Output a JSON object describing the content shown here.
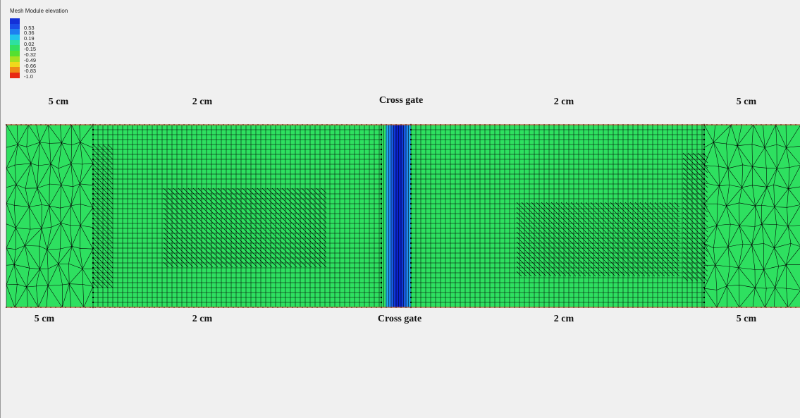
{
  "legend": {
    "title": "Mesh Module elevation",
    "entries": [
      {
        "label": "",
        "color": "#1330d8"
      },
      {
        "label": "0.53",
        "color": "#1a4de8"
      },
      {
        "label": "0.36",
        "color": "#1e7ff0"
      },
      {
        "label": "0.19",
        "color": "#22c4ec"
      },
      {
        "label": "0.02",
        "color": "#2ee0a0"
      },
      {
        "label": "-0.15",
        "color": "#33e060"
      },
      {
        "label": "-0.32",
        "color": "#55e030"
      },
      {
        "label": "-0.49",
        "color": "#a8e020"
      },
      {
        "label": "-0.66",
        "color": "#f0d81c"
      },
      {
        "label": "-0.83",
        "color": "#f08a18"
      },
      {
        "label": "-1.0",
        "color": "#e82a14"
      }
    ]
  },
  "zones_top": [
    {
      "label": "5 cm"
    },
    {
      "label": "2 cm"
    },
    {
      "label": "Cross gate"
    },
    {
      "label": "2 cm"
    },
    {
      "label": "5 cm"
    }
  ],
  "zones_bottom": [
    {
      "label": "5 cm"
    },
    {
      "label": "2 cm"
    },
    {
      "label": "Cross gate"
    },
    {
      "label": "2 cm"
    },
    {
      "label": "5 cm"
    }
  ],
  "colors": {
    "background": "#f0f0f0",
    "domain_fill": "#2ee060",
    "mesh_line": "#000000",
    "boundary_line": "#b05a3a",
    "gate_dark": "#0a24d0",
    "gate_mid": "#1e6ff0",
    "gate_light": "#22c4ec"
  }
}
